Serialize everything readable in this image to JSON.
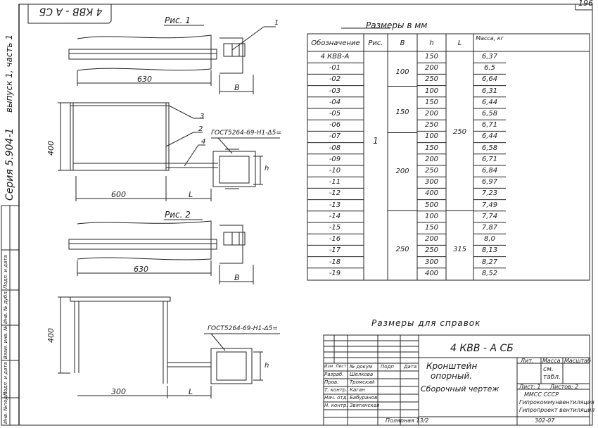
{
  "page_number": "196",
  "stamp_top": "4 КВВ - А  СБ",
  "side": {
    "issue": "выпуск 1,   часть 1",
    "series": "Серия 5.904-1",
    "stamp_cols": [
      "Инв. №подл.",
      "Подп. и дата",
      "Взам. инв. №",
      "Инв. № дубл.",
      "Подп. и дата"
    ]
  },
  "fig1": {
    "title": "Рис. 1",
    "dim_630": "630",
    "dim_B": "В",
    "dim_400": "400",
    "dim_600": "600",
    "dim_L": "L",
    "dim_h": "h",
    "callout_1": "1",
    "callout_2": "2",
    "callout_3": "3",
    "callout_4": "4",
    "weld_note": "ГОСТ5264-69-Н1-Δ5="
  },
  "fig2": {
    "title": "Рис. 2",
    "dim_630": "630",
    "dim_B": "В",
    "dim_400": "400",
    "dim_300": "300",
    "dim_L": "L",
    "dim_h": "h",
    "weld_note": "ГОСТ5264-69-Н1-Δ5="
  },
  "table": {
    "title": "Размеры   в мм",
    "headers": [
      "Обозначение",
      "Рис.",
      "В",
      "h",
      "L",
      "Масса, кг"
    ],
    "fig_value": "1",
    "B_groups": [
      "100",
      "150",
      "200",
      "250"
    ],
    "L_groups": [
      "250",
      "315"
    ],
    "rows": [
      {
        "code": "4 КВВ-А",
        "h": "150",
        "mass": "6,37"
      },
      {
        "code": "-01",
        "h": "200",
        "mass": "6,5"
      },
      {
        "code": "-02",
        "h": "250",
        "mass": "6,64"
      },
      {
        "code": "-03",
        "h": "100",
        "mass": "6,31"
      },
      {
        "code": "-04",
        "h": "150",
        "mass": "6,44"
      },
      {
        "code": "-05",
        "h": "200",
        "mass": "6,58"
      },
      {
        "code": "-06",
        "h": "250",
        "mass": "6,71"
      },
      {
        "code": "-07",
        "h": "100",
        "mass": "6,44"
      },
      {
        "code": "-08",
        "h": "150",
        "mass": "6,58"
      },
      {
        "code": "-09",
        "h": "200",
        "mass": "6,71"
      },
      {
        "code": "-10",
        "h": "250",
        "mass": "6,84"
      },
      {
        "code": "-11",
        "h": "300",
        "mass": "6,97"
      },
      {
        "code": "-12",
        "h": "400",
        "mass": "7,23"
      },
      {
        "code": "-13",
        "h": "500",
        "mass": "7,49"
      },
      {
        "code": "-14",
        "h": "100",
        "mass": "7,74"
      },
      {
        "code": "-15",
        "h": "150",
        "mass": "7,87"
      },
      {
        "code": "-16",
        "h": "200",
        "mass": "8,0"
      },
      {
        "code": "-17",
        "h": "250",
        "mass": "8,13"
      },
      {
        "code": "-18",
        "h": "300",
        "mass": "8,27"
      },
      {
        "code": "-19",
        "h": "400",
        "mass": "8,52"
      }
    ]
  },
  "reference_note": "Размеры для справок",
  "title_block": {
    "designation": "4 КВВ - А  СБ",
    "name_line1": "Кронштейн",
    "name_line2": "опорный.",
    "name_line3": "Сборочный чертеж",
    "lit": "Лит.",
    "mass": "Масса",
    "scale": "Масштаб",
    "mass_value": "см. табл.",
    "sheet": "Лист: 1",
    "sheets": "Листов: 2",
    "org1": "ММСС  СССР",
    "org2": "Гипрокоммунвентиляция",
    "org3": "Гипропроект вентиляция",
    "col_headers": [
      "Изм",
      "Лист",
      "№ докум",
      "Подп",
      "Дата"
    ],
    "roles": [
      {
        "role": "Разраб.",
        "name": "Шелкова"
      },
      {
        "role": "Пров.",
        "name": "Тромский"
      },
      {
        "role": "Т. контр.",
        "name": "Каган"
      },
      {
        "role": "Нач. отд.",
        "name": "Бабуранов"
      },
      {
        "role": "Н. контр.",
        "name": "Звягинская"
      }
    ],
    "bottom_left": "Полярная 13/2",
    "bottom_right": "302-07"
  }
}
